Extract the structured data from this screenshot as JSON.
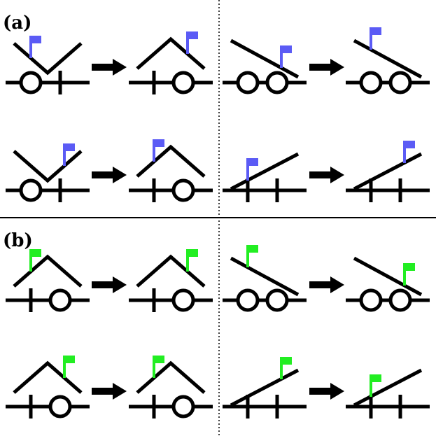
{
  "colors": {
    "stroke": "#000000",
    "flag_a": "#5b5bf5",
    "flag_b": "#22ee22",
    "background": "#ffffff"
  },
  "panels": [
    {
      "label": "(a)",
      "flag_color_key": "flag_a",
      "cells": [
        {
          "from": {
            "axle": "circle-tick",
            "roof": "valley",
            "flag": "left"
          },
          "to": {
            "axle": "tick-circle",
            "roof": "peak",
            "flag": "right"
          }
        },
        {
          "from": {
            "axle": "circle-circle",
            "roof": "slope-down",
            "flag": "right"
          },
          "to": {
            "axle": "circle-circle",
            "roof": "slope-down",
            "flag": "left"
          }
        },
        {
          "from": {
            "axle": "circle-tick",
            "roof": "valley",
            "flag": "right"
          },
          "to": {
            "axle": "tick-circle",
            "roof": "peak",
            "flag": "left"
          }
        },
        {
          "from": {
            "axle": "tick-tick",
            "roof": "slope-up",
            "flag": "left"
          },
          "to": {
            "axle": "tick-tick",
            "roof": "slope-up",
            "flag": "right"
          }
        }
      ]
    },
    {
      "label": "(b)",
      "flag_color_key": "flag_b",
      "cells": [
        {
          "from": {
            "axle": "tick-circle",
            "roof": "peak",
            "flag": "left"
          },
          "to": {
            "axle": "tick-circle",
            "roof": "peak",
            "flag": "right"
          }
        },
        {
          "from": {
            "axle": "circle-circle",
            "roof": "slope-down",
            "flag": "left"
          },
          "to": {
            "axle": "circle-circle",
            "roof": "slope-down",
            "flag": "right"
          }
        },
        {
          "from": {
            "axle": "tick-circle",
            "roof": "peak",
            "flag": "right"
          },
          "to": {
            "axle": "tick-circle",
            "roof": "peak",
            "flag": "left"
          }
        },
        {
          "from": {
            "axle": "tick-tick",
            "roof": "slope-up",
            "flag": "right"
          },
          "to": {
            "axle": "tick-tick",
            "roof": "slope-up",
            "flag": "left"
          }
        }
      ]
    }
  ]
}
